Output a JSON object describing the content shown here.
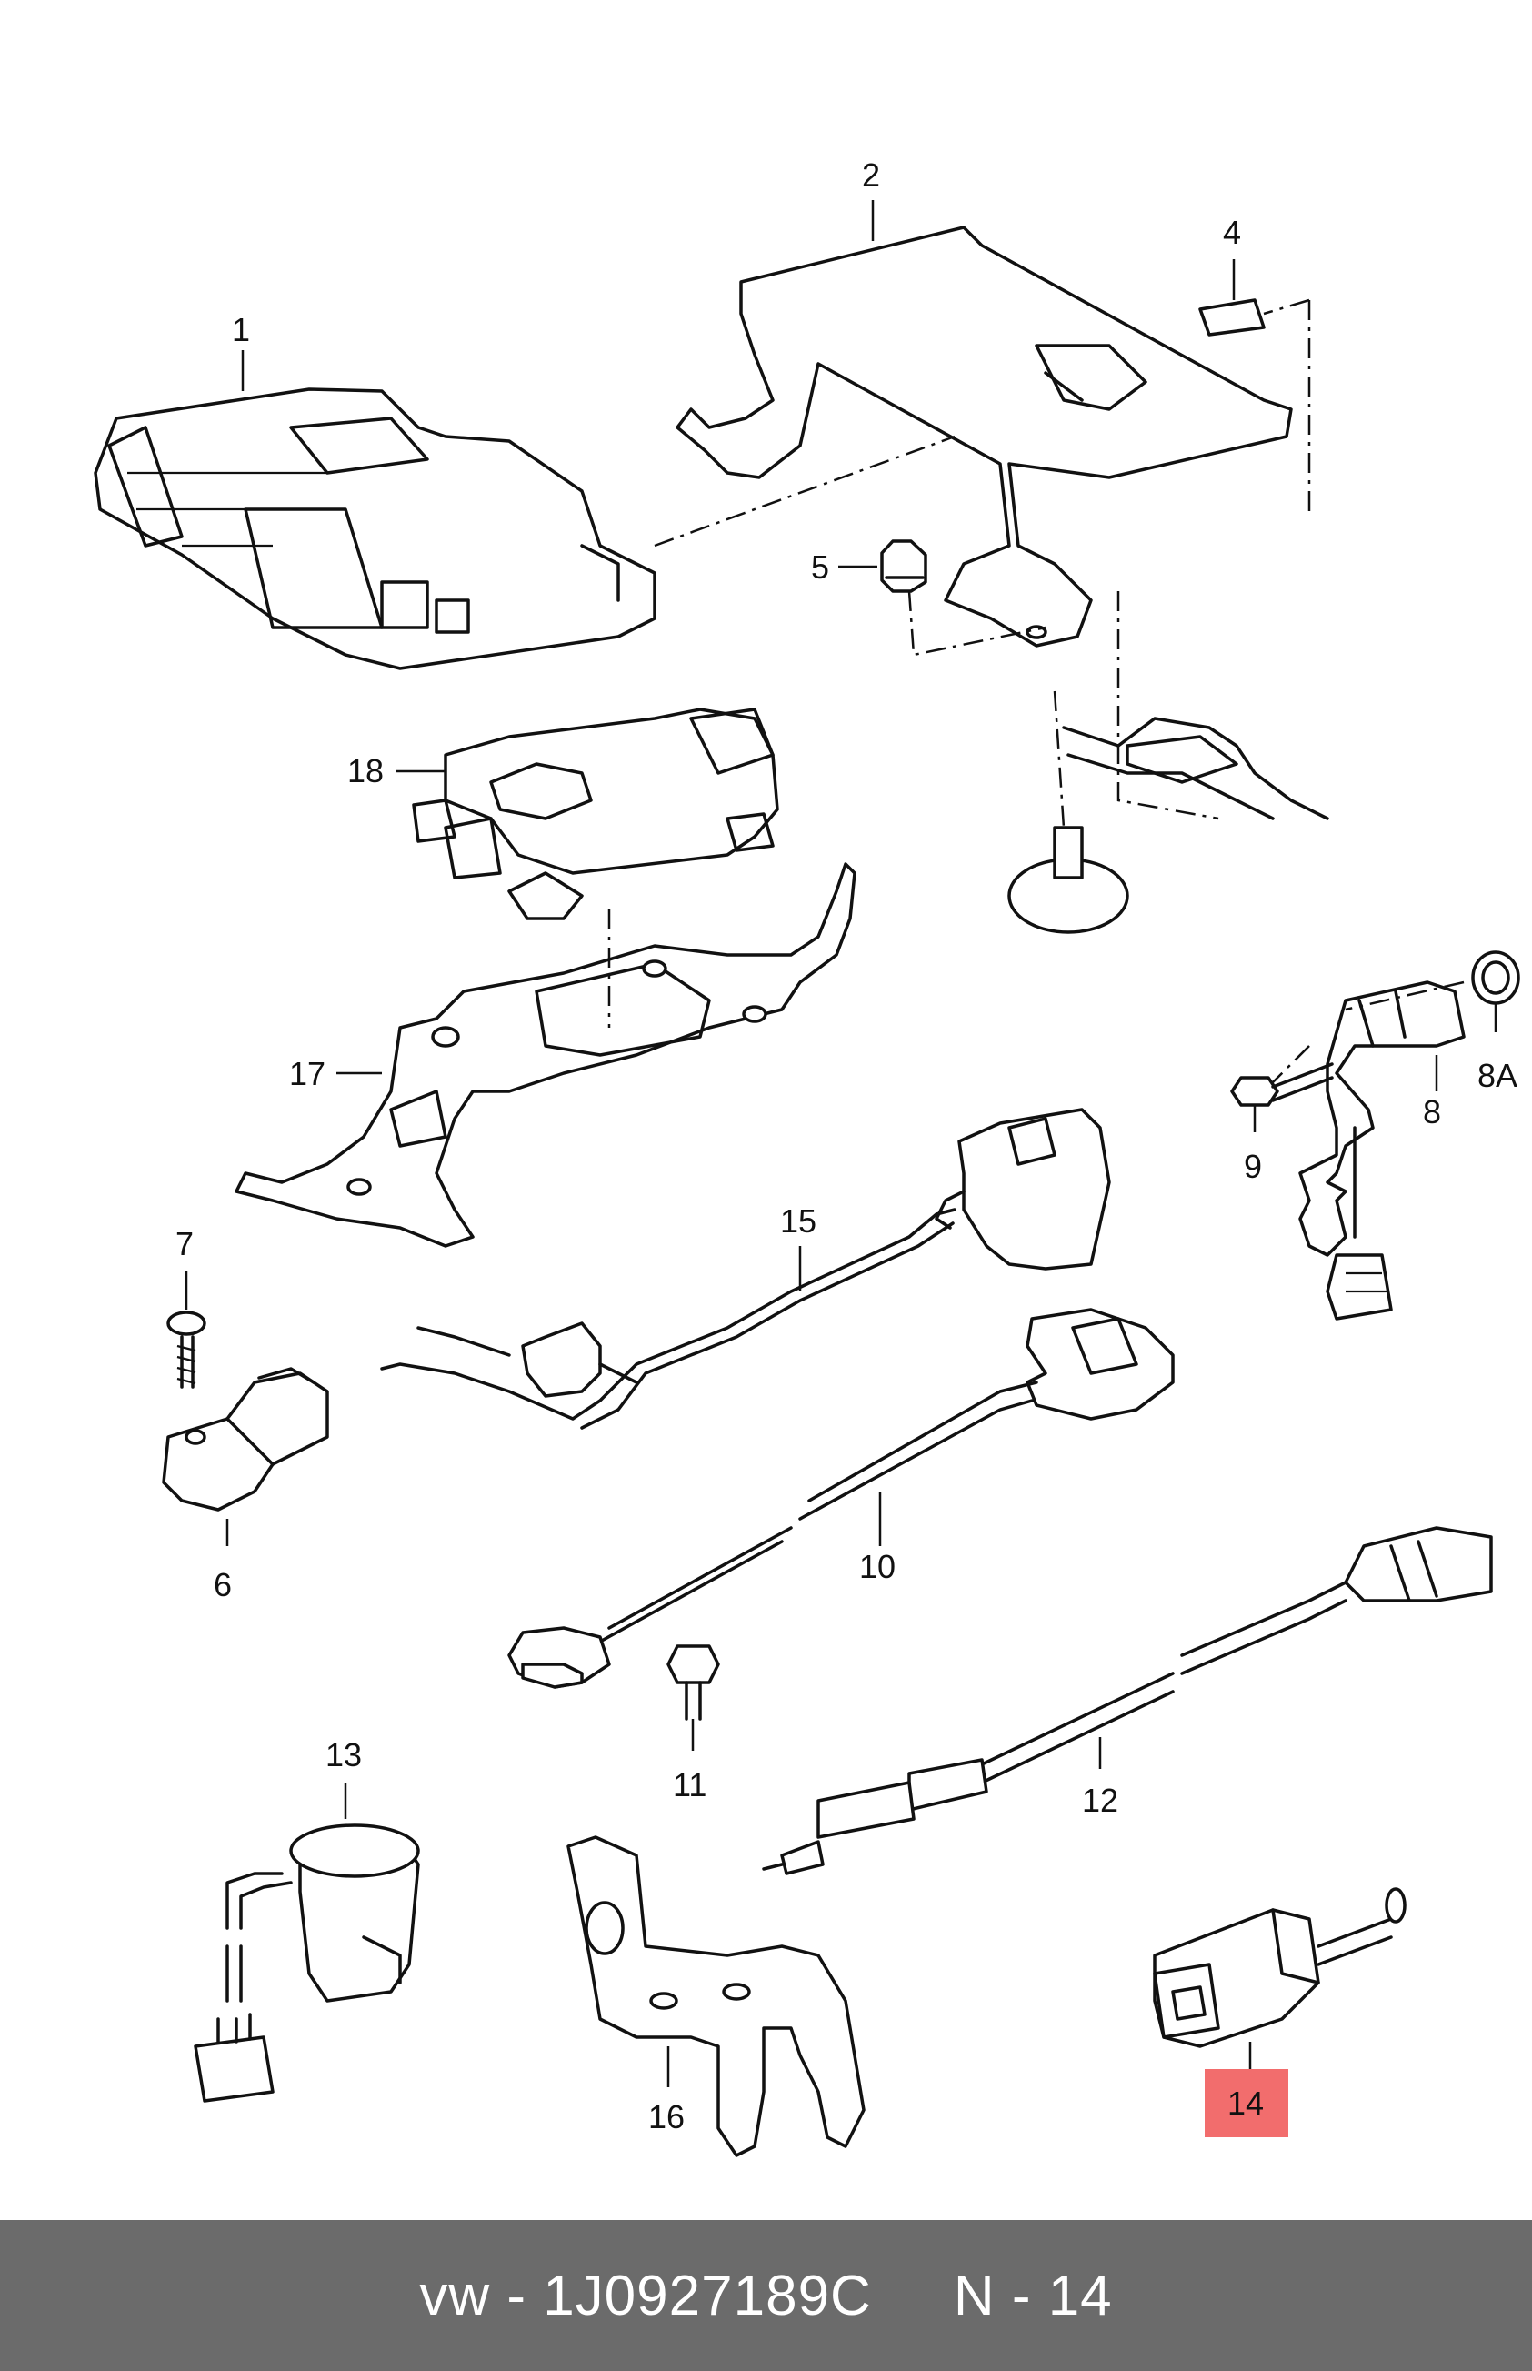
{
  "callouts": {
    "c1": "1",
    "c2": "2",
    "c4": "4",
    "c5": "5",
    "c6": "6",
    "c7": "7",
    "c8": "8",
    "c8a": "8A",
    "c9": "9",
    "c10": "10",
    "c11": "11",
    "c12": "12",
    "c13": "13",
    "c14": "14",
    "c15": "15",
    "c16": "16",
    "c17": "17",
    "c18": "18"
  },
  "highlight": {
    "part": "14",
    "color": "#f26d6d"
  },
  "footer": {
    "brand_part": "vw - 1J0927189C",
    "position": "N - 14"
  }
}
